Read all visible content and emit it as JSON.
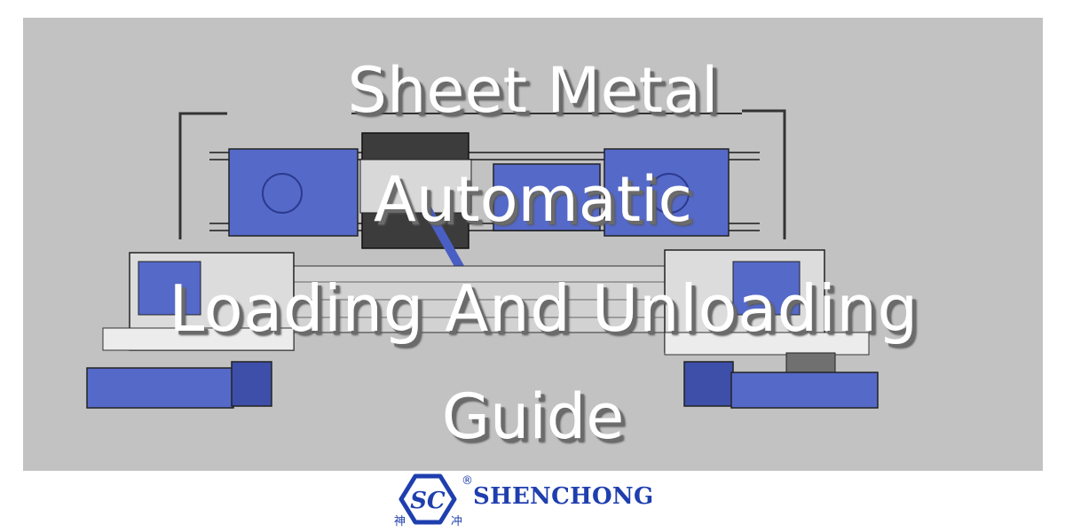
{
  "title": {
    "line1": "Sheet Metal",
    "line2": "Automatic",
    "line3": "Loading And Unloading",
    "line4": "Guide"
  },
  "logo": {
    "brand": "SHENCHONG",
    "monogram": "SC",
    "cn_left": "神",
    "cn_right": "冲",
    "registered": "®"
  },
  "colors": {
    "banner_bg": "#c2c2c2",
    "machine_blue": "#4a5fc4",
    "brand_blue": "#1f3fae",
    "title_text": "#ffffff"
  }
}
